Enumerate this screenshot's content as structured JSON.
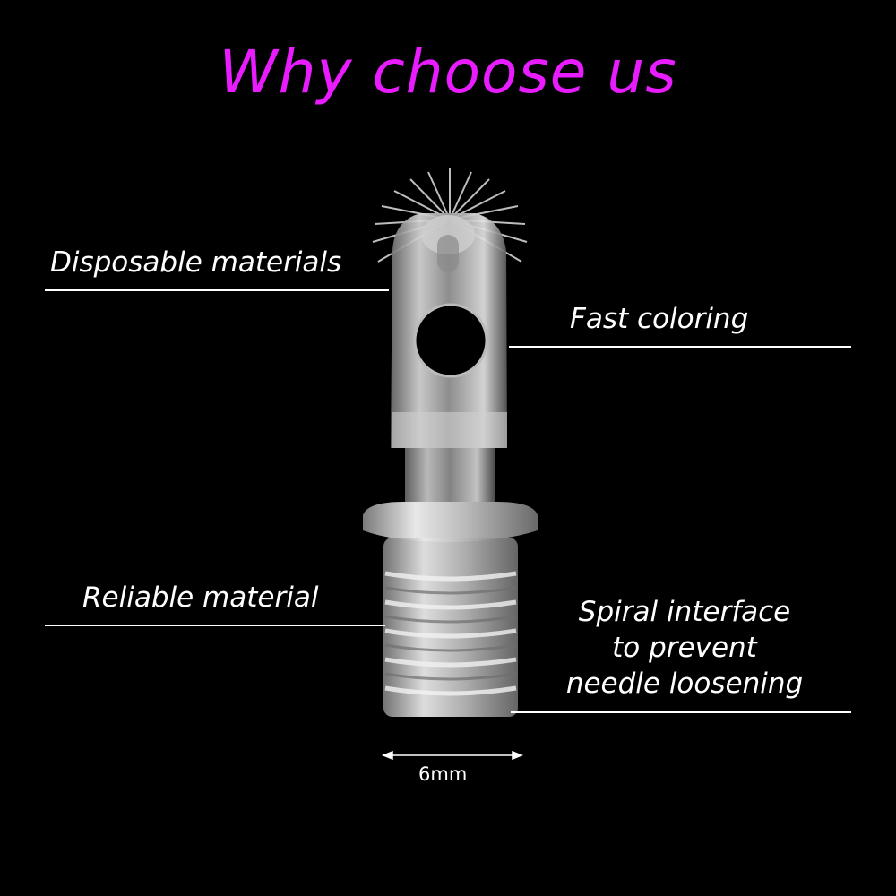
{
  "title": "Why choose us",
  "features": {
    "disposable": "Disposable materials",
    "fast_coloring": "Fast coloring",
    "reliable": "Reliable material",
    "spiral": {
      "line1": "Spiral interface",
      "line2": "to prevent",
      "line3": "needle loosening"
    }
  },
  "dimension": "6mm",
  "colors": {
    "title": "#e81cff",
    "text": "#ffffff",
    "background": "#000000"
  },
  "icons": {
    "product": "microblading-roller-tip-image",
    "dimension_arrow": "double-headed-arrow-icon"
  }
}
